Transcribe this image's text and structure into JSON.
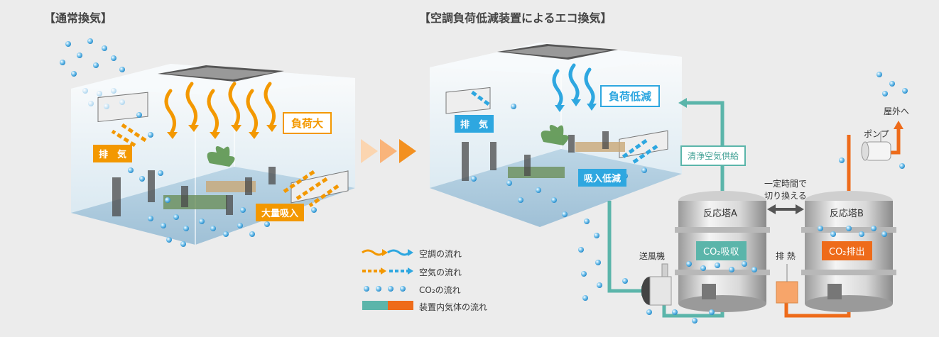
{
  "titles": {
    "left": "【通常換気】",
    "right": "【空調負荷低減装置によるエコ換気】"
  },
  "left_room": {
    "load_tag": "負荷大",
    "exhaust_tag": "排　気",
    "intake_tag": "大量吸入"
  },
  "right_room": {
    "load_tag": "負荷低減",
    "exhaust_tag": "排　気",
    "intake_tag": "吸入低減"
  },
  "system": {
    "clean_air": "清浄空気供給",
    "switch_note_line1": "一定時間で",
    "switch_note_line2": "切り換える",
    "tower_a": "反応塔A",
    "tower_b": "反応塔B",
    "co2_absorb": "CO₂吸収",
    "co2_release": "CO₂排出",
    "blower": "送風機",
    "heat": "排 熱",
    "pump": "ポンプ",
    "outdoor": "屋外へ"
  },
  "legend": [
    {
      "icon": "ac-flow-arrows-icon",
      "label": "空調の流れ"
    },
    {
      "icon": "air-flow-dashed-arrows-icon",
      "label": "空気の流れ"
    },
    {
      "icon": "co2-bubbles-icon",
      "label": "CO₂の流れ"
    },
    {
      "icon": "device-gas-flow-bar-icon",
      "label": "装置内気体の流れ"
    }
  ],
  "colors": {
    "orange": "#f39800",
    "blue": "#2ea7e0",
    "teal": "#5bb5aa",
    "deep_orange": "#ee6b1a"
  }
}
